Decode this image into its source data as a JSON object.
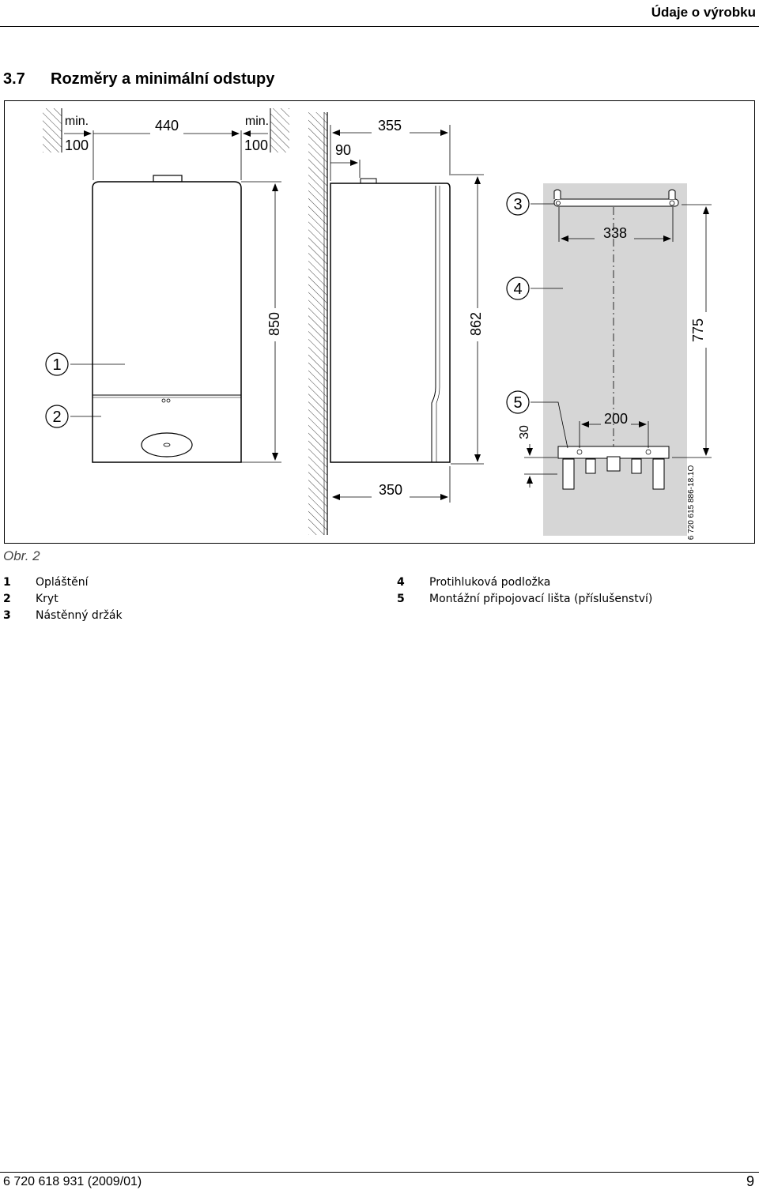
{
  "header": {
    "title": "Údaje o výrobku"
  },
  "section": {
    "number": "3.7",
    "title": "Rozměry a minimální odstupy"
  },
  "figure": {
    "label": "Obr. 2",
    "code": "6 720 615 886-18.1O",
    "dims": {
      "min_left": "min.",
      "min_left_val": "100",
      "width_440": "440",
      "min_right": "min.",
      "min_right_val": "100",
      "depth_355": "355",
      "offset_90": "90",
      "height_850": "850",
      "height_862": "862",
      "depth_350": "350",
      "holder_338": "338",
      "height_775": "775",
      "rail_200": "200",
      "offset_30": "30"
    },
    "callouts": [
      "1",
      "2",
      "3",
      "4",
      "5"
    ]
  },
  "legend": {
    "left": [
      {
        "num": "1",
        "text": "Opláštění"
      },
      {
        "num": "2",
        "text": "Kryt"
      },
      {
        "num": "3",
        "text": "Nástěnný držák"
      }
    ],
    "right": [
      {
        "num": "4",
        "text": "Protihluková podložka"
      },
      {
        "num": "5",
        "text": "Montážní připojovací lišta (příslušenství)"
      }
    ]
  },
  "footer": {
    "code": "6 720 618 931 (2009/01)",
    "page": "9"
  }
}
